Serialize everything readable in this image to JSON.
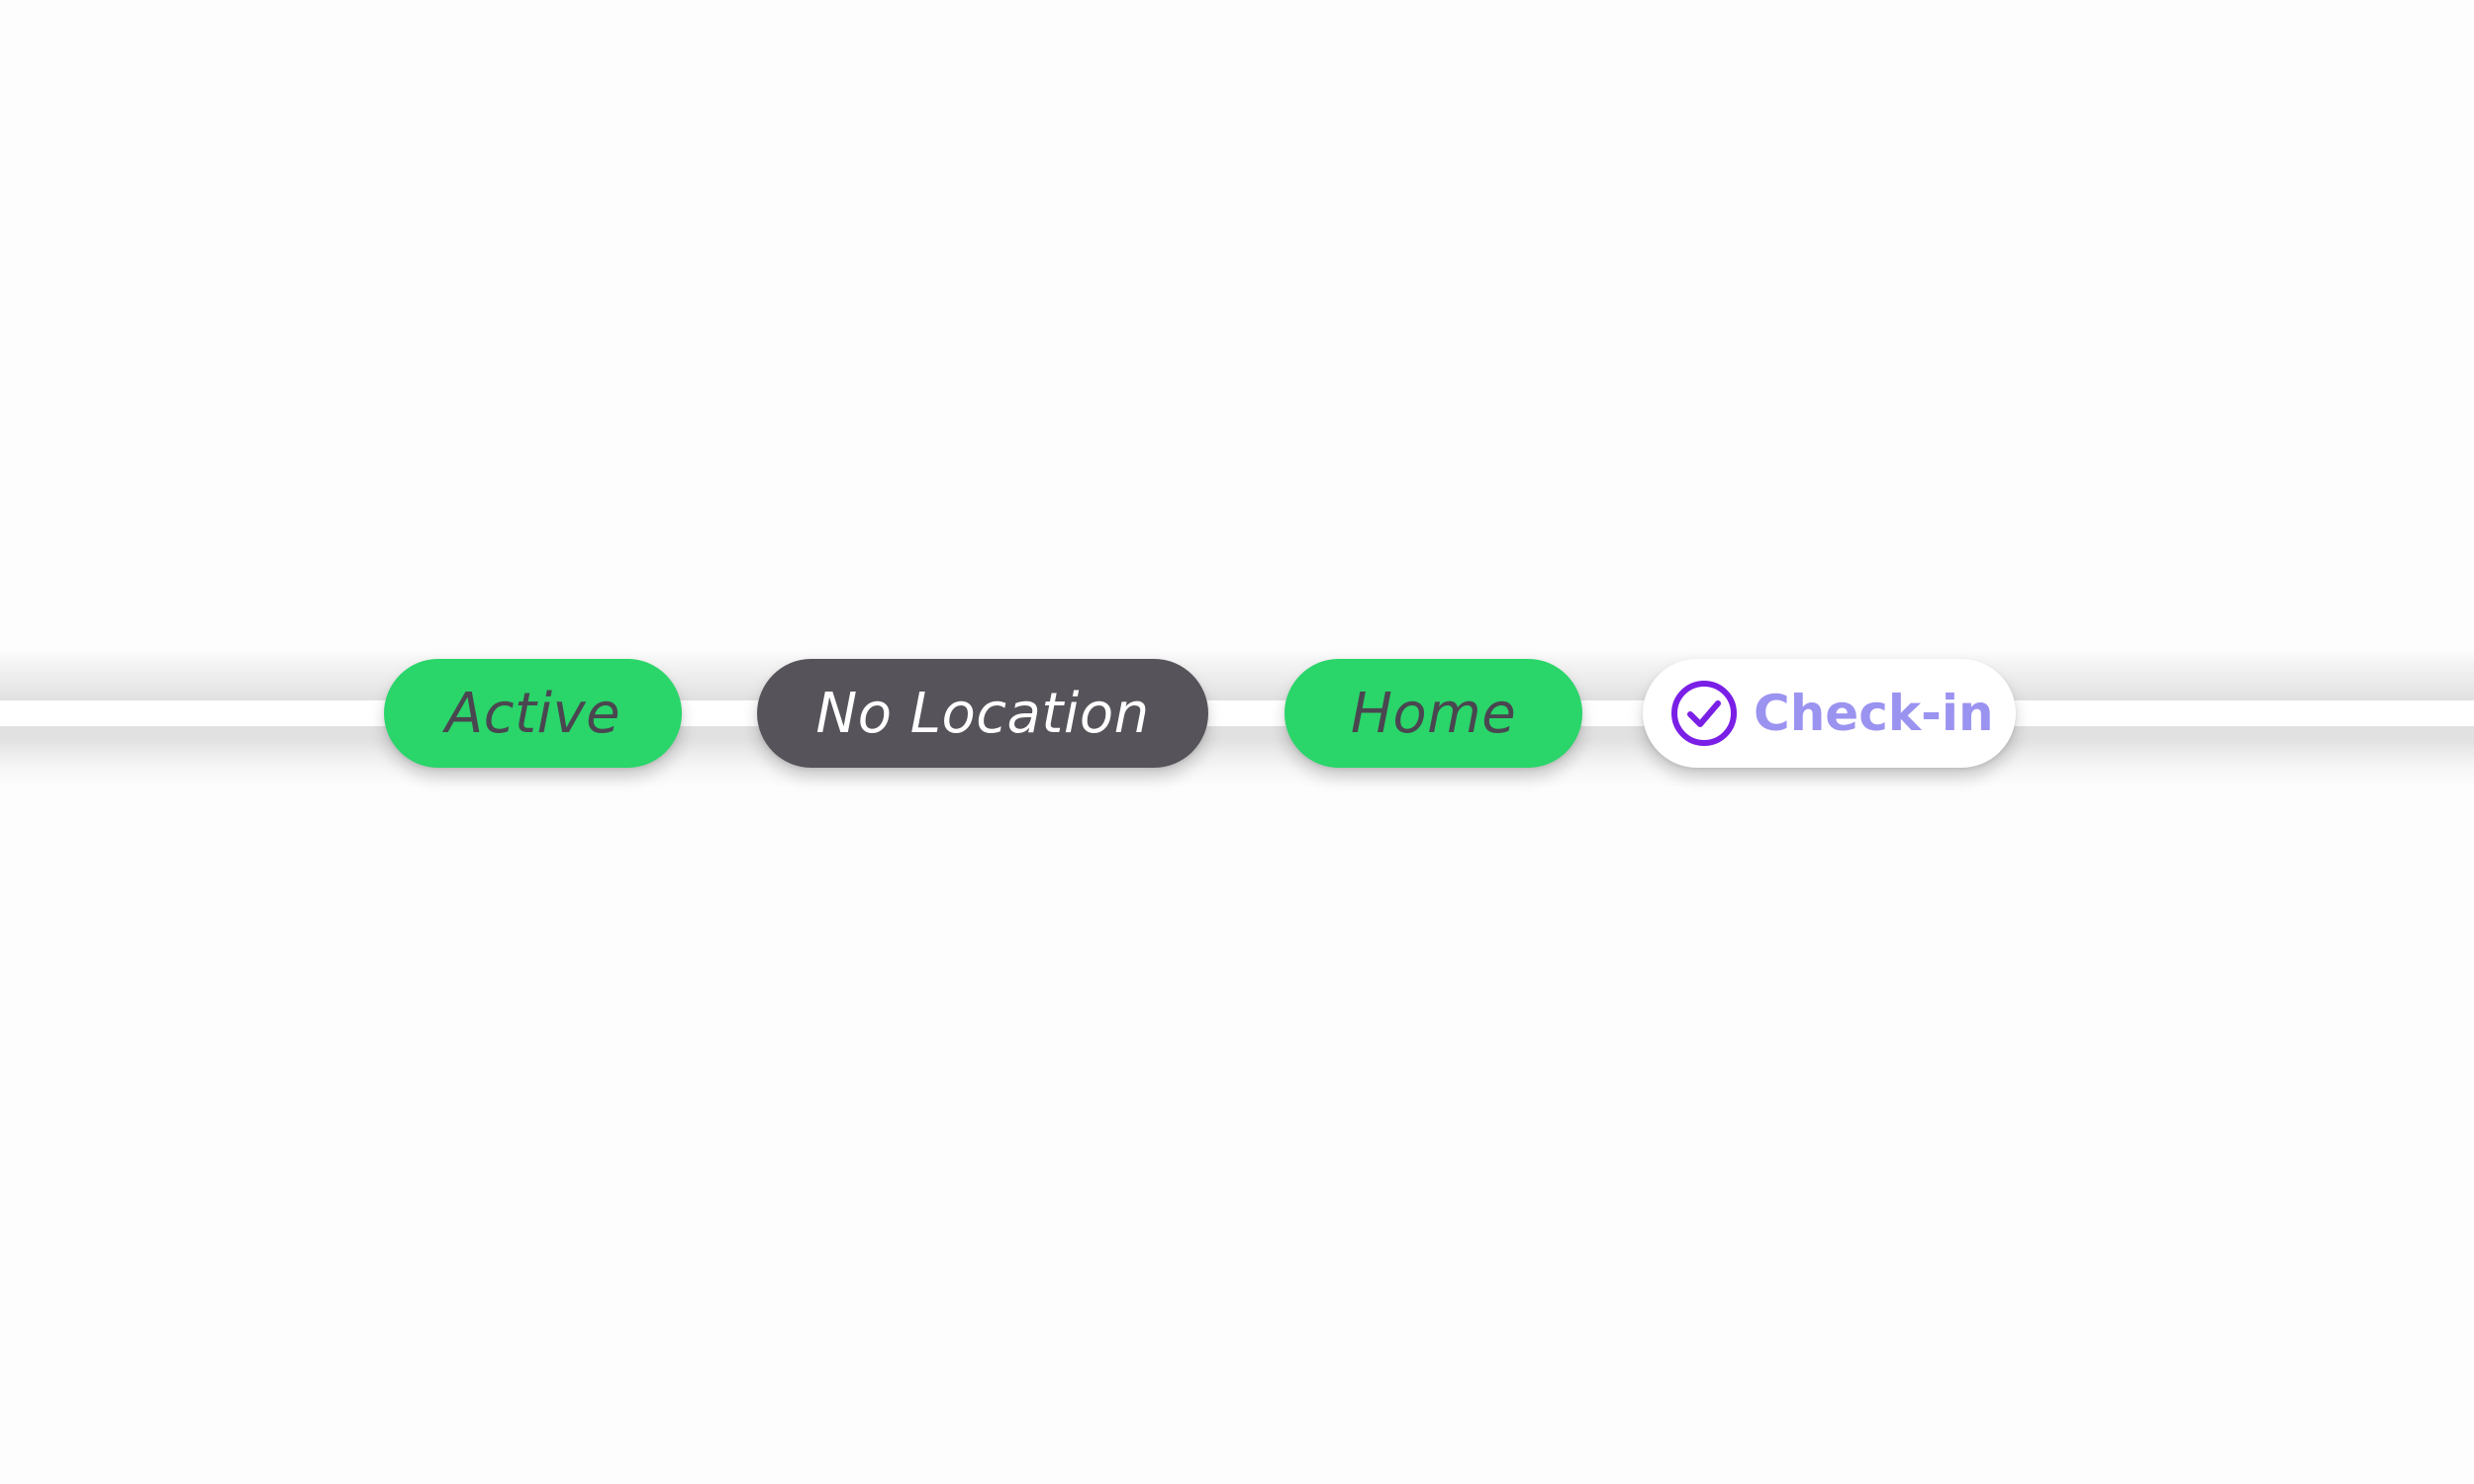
{
  "chips": [
    {
      "label": "Active",
      "bg": "#2ad56a",
      "fg": "#4a4650"
    },
    {
      "label": "No Location",
      "bg": "#57535a",
      "fg": "#ffffff"
    },
    {
      "label": "Home",
      "bg": "#2ad56a",
      "fg": "#4a4650"
    }
  ],
  "checkin": {
    "label": "Check-in",
    "icon": "check-circle-icon",
    "bg": "#ffffff",
    "fg": "#9b93f0",
    "icon_color": "#7a1fe6"
  }
}
